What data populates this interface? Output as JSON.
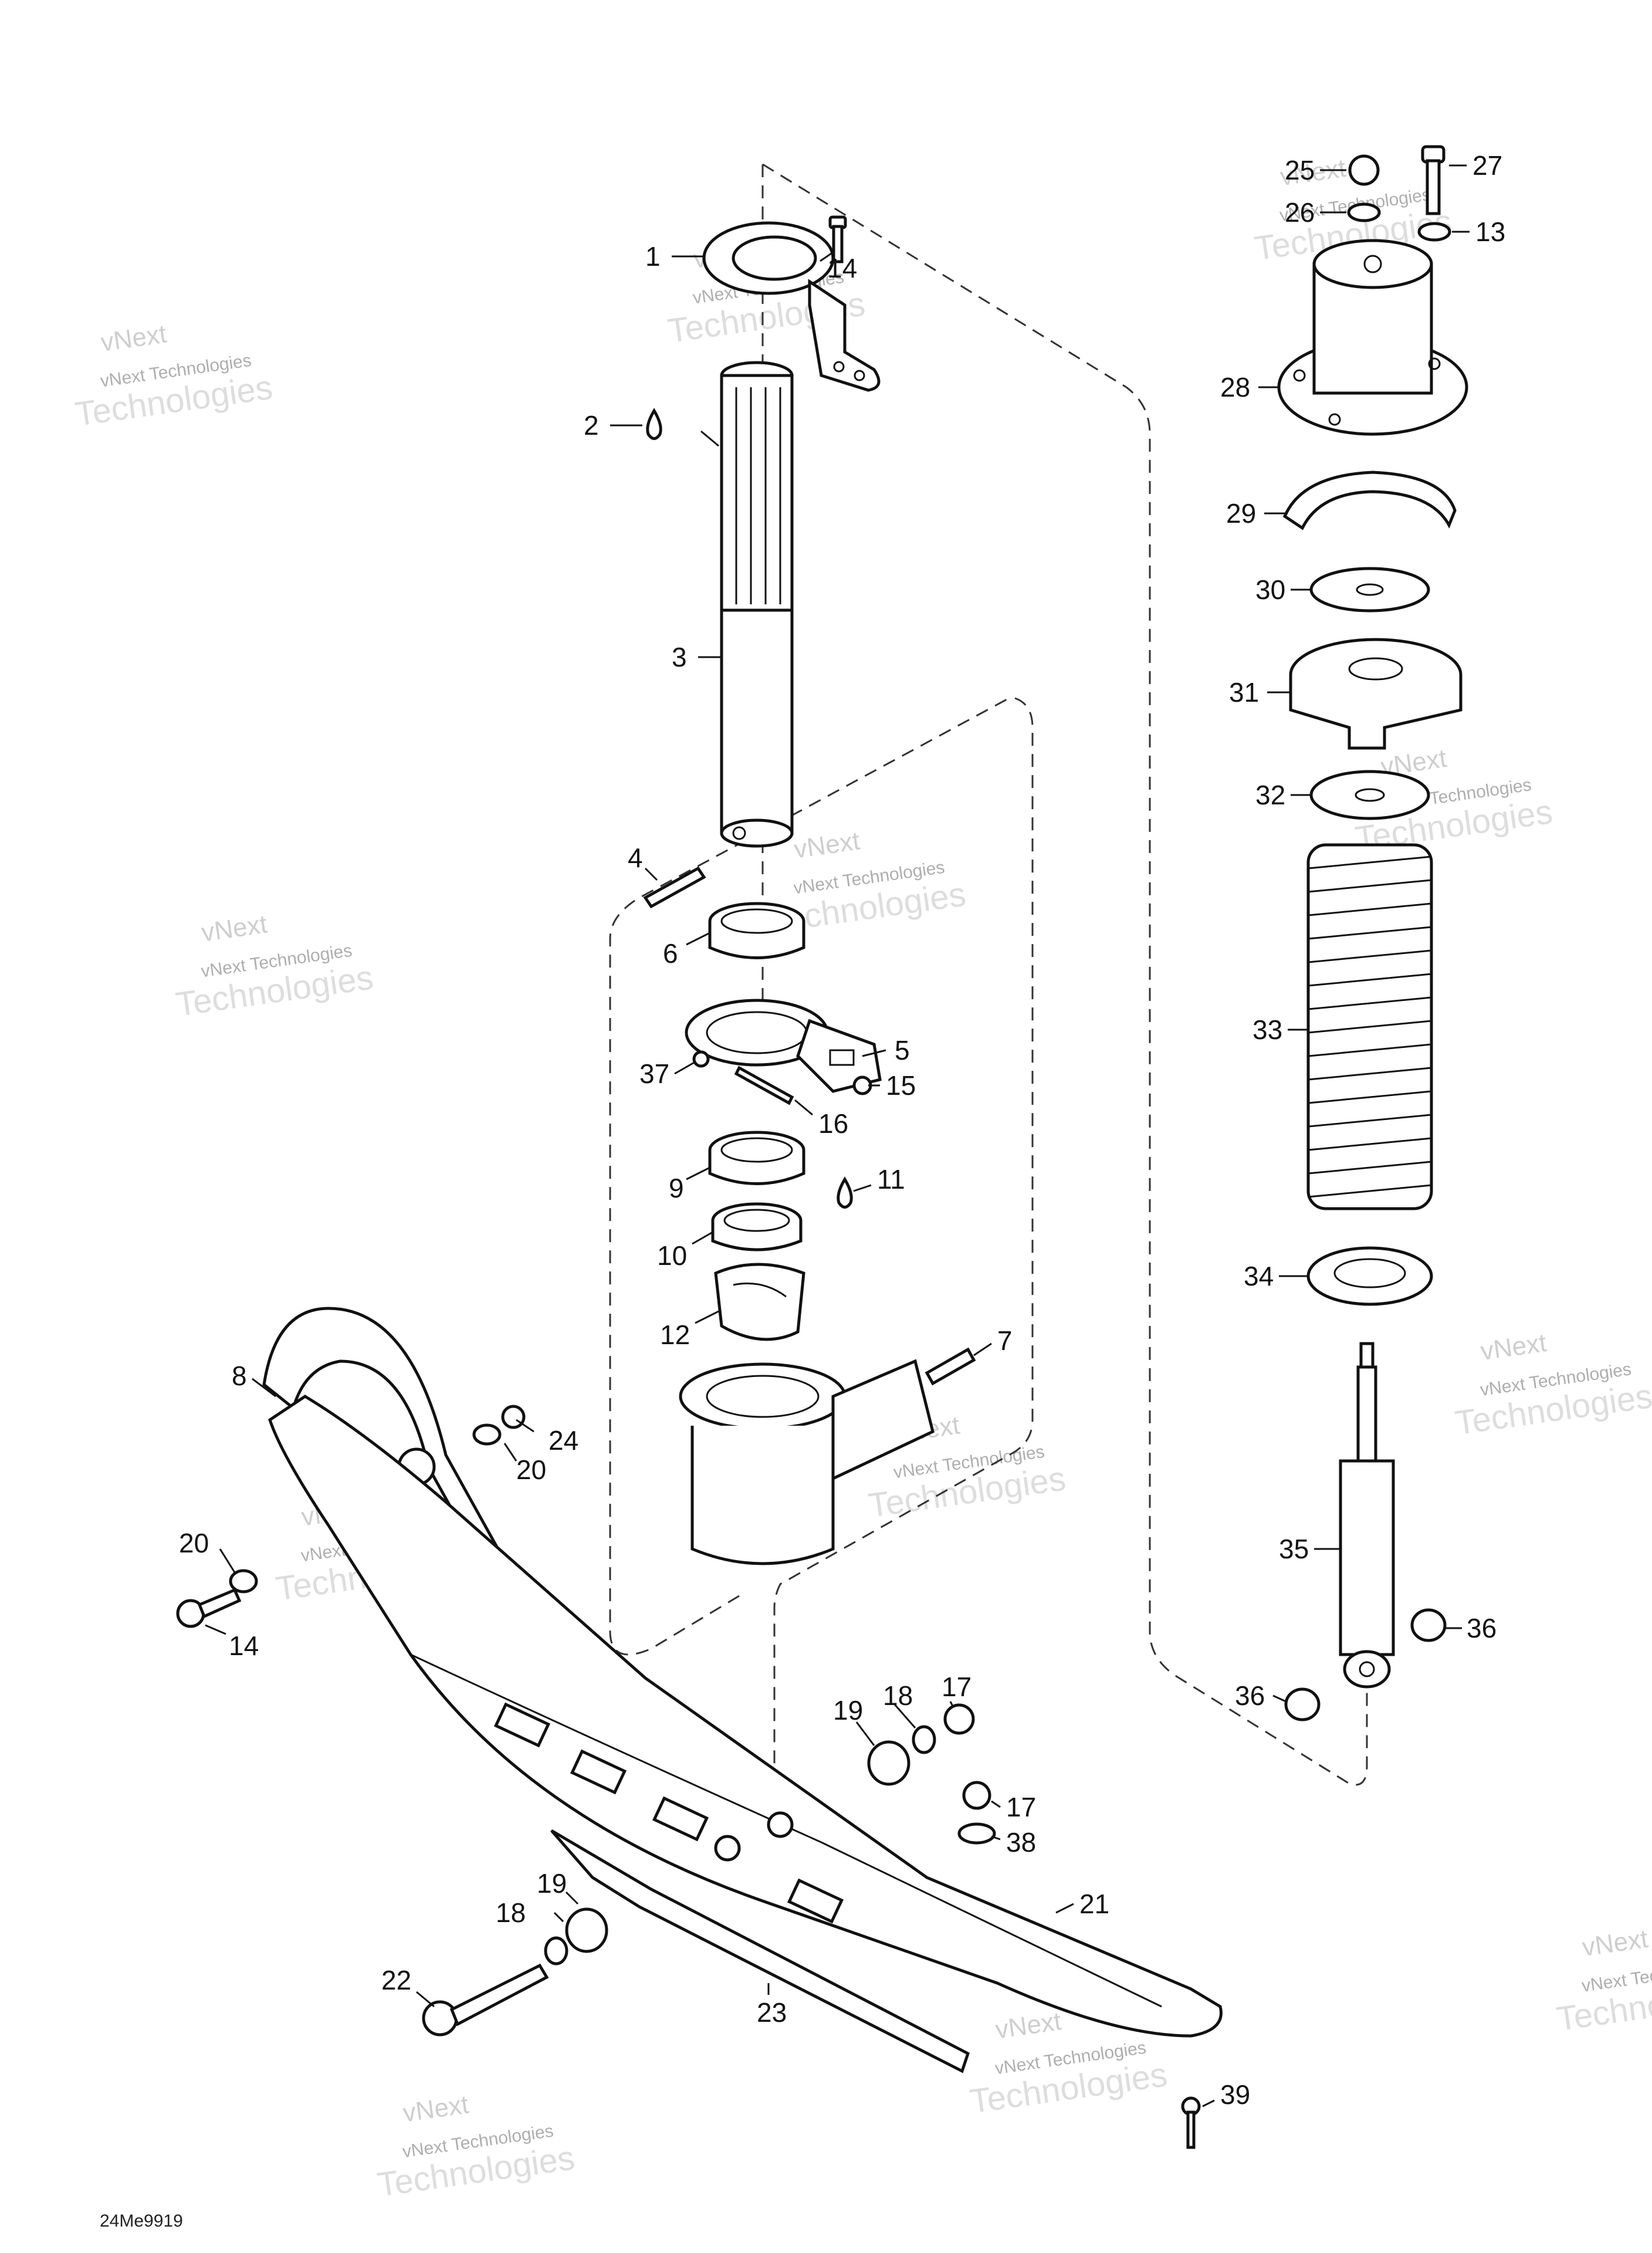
{
  "callouts": [
    {
      "id": "1",
      "label": "1"
    },
    {
      "id": "2",
      "label": "2"
    },
    {
      "id": "3",
      "label": "3"
    },
    {
      "id": "4",
      "label": "4"
    },
    {
      "id": "5",
      "label": "5"
    },
    {
      "id": "6",
      "label": "6"
    },
    {
      "id": "7",
      "label": "7"
    },
    {
      "id": "8",
      "label": "8"
    },
    {
      "id": "9",
      "label": "9"
    },
    {
      "id": "10",
      "label": "10"
    },
    {
      "id": "11",
      "label": "11"
    },
    {
      "id": "12",
      "label": "12"
    },
    {
      "id": "13",
      "label": "13"
    },
    {
      "id": "14a",
      "label": "14"
    },
    {
      "id": "14b",
      "label": "14"
    },
    {
      "id": "15",
      "label": "15"
    },
    {
      "id": "16",
      "label": "16"
    },
    {
      "id": "17a",
      "label": "17"
    },
    {
      "id": "17b",
      "label": "17"
    },
    {
      "id": "18a",
      "label": "18"
    },
    {
      "id": "18b",
      "label": "18"
    },
    {
      "id": "19a",
      "label": "19"
    },
    {
      "id": "19b",
      "label": "19"
    },
    {
      "id": "20a",
      "label": "20"
    },
    {
      "id": "20b",
      "label": "20"
    },
    {
      "id": "21",
      "label": "21"
    },
    {
      "id": "22",
      "label": "22"
    },
    {
      "id": "23",
      "label": "23"
    },
    {
      "id": "24",
      "label": "24"
    },
    {
      "id": "25",
      "label": "25"
    },
    {
      "id": "26",
      "label": "26"
    },
    {
      "id": "27",
      "label": "27"
    },
    {
      "id": "28",
      "label": "28"
    },
    {
      "id": "29",
      "label": "29"
    },
    {
      "id": "30",
      "label": "30"
    },
    {
      "id": "31",
      "label": "31"
    },
    {
      "id": "32",
      "label": "32"
    },
    {
      "id": "33",
      "label": "33"
    },
    {
      "id": "34",
      "label": "34"
    },
    {
      "id": "35",
      "label": "35"
    },
    {
      "id": "36a",
      "label": "36"
    },
    {
      "id": "36b",
      "label": "36"
    },
    {
      "id": "37",
      "label": "37"
    },
    {
      "id": "38",
      "label": "38"
    },
    {
      "id": "39",
      "label": "39"
    }
  ],
  "watermark": {
    "line1": "vNext",
    "line2": "vNext Technologies",
    "line3": "Technologies"
  },
  "figure_ref": "24Me9919"
}
